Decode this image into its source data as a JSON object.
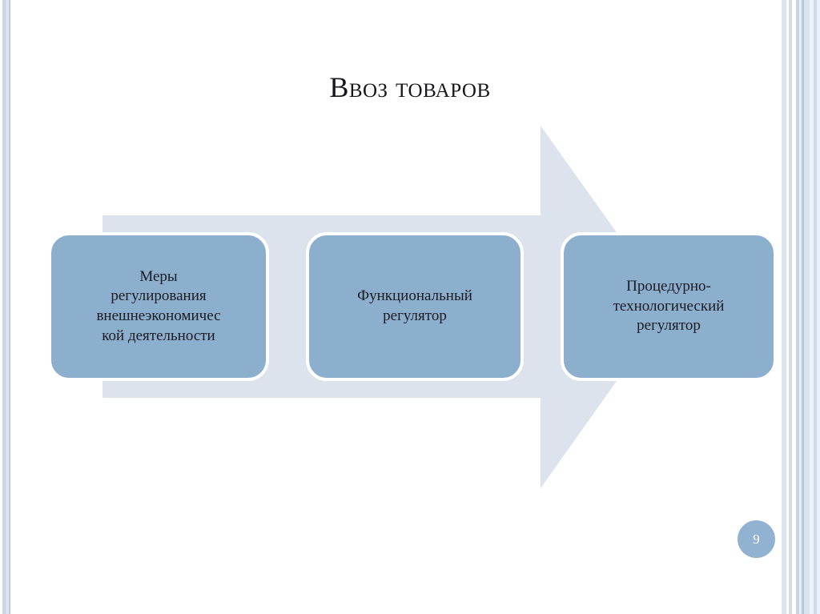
{
  "slide": {
    "title": "Ввоз товаров",
    "page_number": "9",
    "background_color": "#ffffff"
  },
  "colors": {
    "box_fill": "#8dafce",
    "box_outline": "#ffffff",
    "arrow_fill": "#dce3ec",
    "title_text": "#17171c",
    "box_text": "#1b1b22",
    "badge_fill": "#91b3d1",
    "badge_text": "#ffffff",
    "stripe_accent": "#c9d8e7"
  },
  "diagram": {
    "type": "process-arrow",
    "direction": "left-to-right",
    "steps": [
      {
        "id": "step-1",
        "label": "Меры\nрегулирования\nвнешнеэкономичес\nкой деятельности"
      },
      {
        "id": "step-2",
        "label": "Функциональный\nрегулятор"
      },
      {
        "id": "step-3",
        "label": "Процедурно-\nтехнологический\nрегулятор"
      }
    ]
  }
}
